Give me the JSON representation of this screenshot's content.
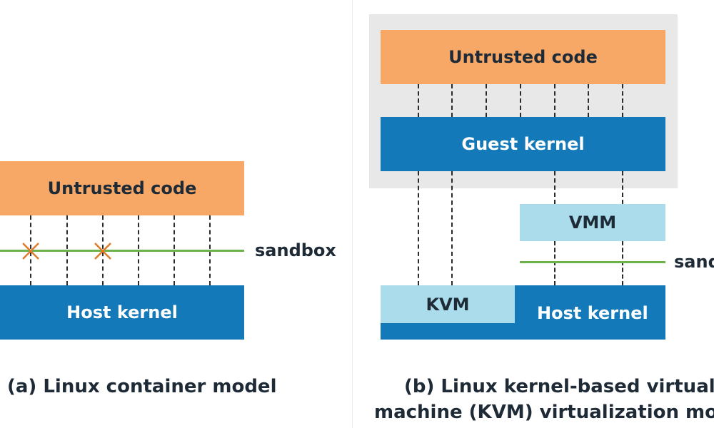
{
  "panel_a": {
    "untrusted": "Untrusted code",
    "host_kernel": "Host kernel",
    "sandbox": "sandbox",
    "caption": "(a) Linux container model"
  },
  "panel_b": {
    "untrusted": "Untrusted code",
    "guest_kernel": "Guest kernel",
    "vmm": "VMM",
    "kvm": "KVM",
    "host_kernel": "Host kernel",
    "sandbox": "sand",
    "caption_line1": "(b) Linux kernel-based virtual",
    "caption_line2": "machine (KVM) virtualization mo"
  },
  "colors": {
    "untrusted": "#f7a867",
    "kernel": "#1479b8",
    "light": "#aadcec",
    "vm_background": "#e8e8e8",
    "sandbox_line": "#6bb34a",
    "blocked_mark": "#e07a2c"
  }
}
